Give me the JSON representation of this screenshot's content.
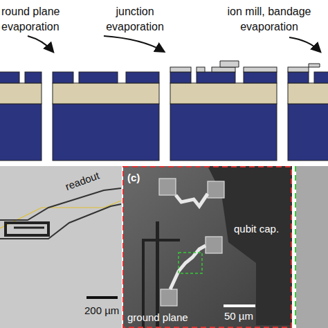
{
  "diagram": {
    "labels": [
      "round plane evaporation",
      "junction evaporation",
      "ion mill, bandage evaporation",
      "readout",
      "200 µm",
      "(c)",
      "qubit cap.",
      "50 µm",
      "ground plane"
    ]
  }
}
